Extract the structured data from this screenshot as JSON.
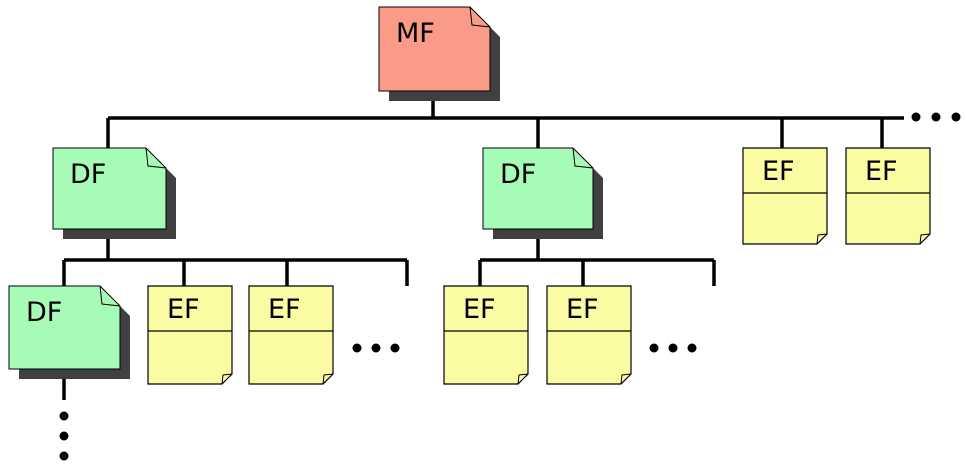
{
  "diagram": {
    "colors": {
      "mf_fill": "#fa9b87",
      "df_fill": "#a6fbb6",
      "ef_fill": "#fbfba3",
      "shadow": "#404040",
      "line": "#000000"
    },
    "nodes": {
      "mf": {
        "label": "MF",
        "type": "master-file"
      },
      "df_level1_left": {
        "label": "DF",
        "type": "dedicated-file"
      },
      "df_level1_mid": {
        "label": "DF",
        "type": "dedicated-file"
      },
      "ef_level1_a": {
        "label": "EF",
        "type": "elementary-file"
      },
      "ef_level1_b": {
        "label": "EF",
        "type": "elementary-file"
      },
      "df_level2": {
        "label": "DF",
        "type": "dedicated-file"
      },
      "ef_level2_a": {
        "label": "EF",
        "type": "elementary-file"
      },
      "ef_level2_b": {
        "label": "EF",
        "type": "elementary-file"
      },
      "ef_level2_c": {
        "label": "EF",
        "type": "elementary-file"
      },
      "ef_level2_d": {
        "label": "EF",
        "type": "elementary-file"
      }
    },
    "continuations": [
      "…",
      "…",
      "…",
      "⋮"
    ]
  }
}
